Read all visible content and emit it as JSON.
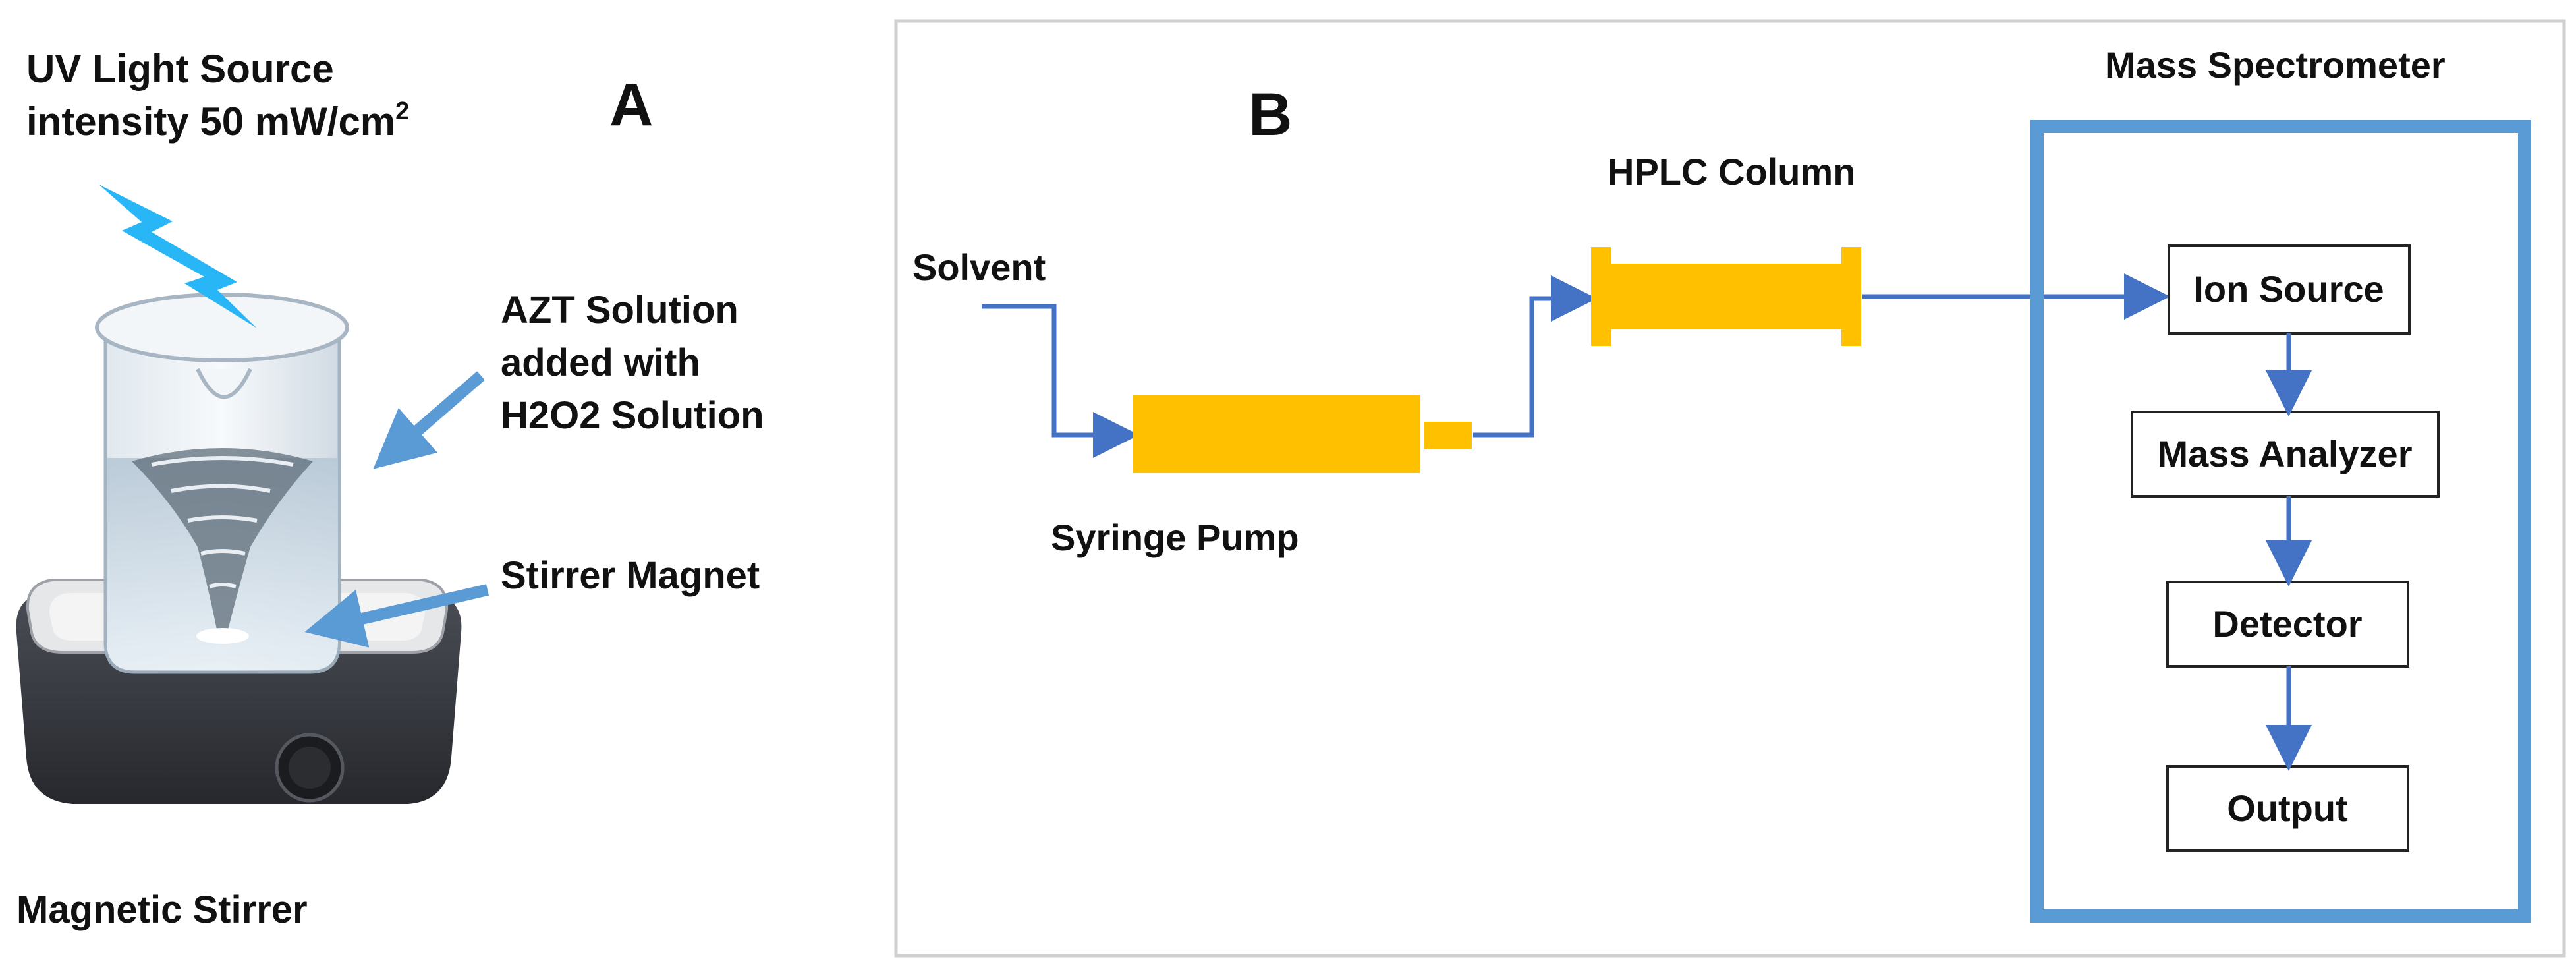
{
  "panel_a": {
    "letter": "A",
    "uv_line1": "UV Light Source",
    "uv_line2": "intensity 50 mW/cm",
    "uv_sup": "2",
    "azt_line1": "AZT Solution",
    "azt_line2": "added with",
    "azt_line3": "H2O2 Solution",
    "magnet": "Stirrer Magnet",
    "stirrer": "Magnetic Stirrer"
  },
  "panel_b": {
    "letter": "B",
    "solvent": "Solvent",
    "pump": "Syringe Pump",
    "column": "HPLC Column",
    "ms_title": "Mass Spectrometer",
    "steps": [
      "Ion Source",
      "Mass Analyzer",
      "Detector",
      "Output"
    ]
  },
  "colors": {
    "arrow_blue": "#4472c4",
    "light_blue_arrow": "#5b9bd5",
    "component_yellow": "#ffc000",
    "ms_border": "#5b9bd5",
    "lightning": "#29b6f6"
  }
}
